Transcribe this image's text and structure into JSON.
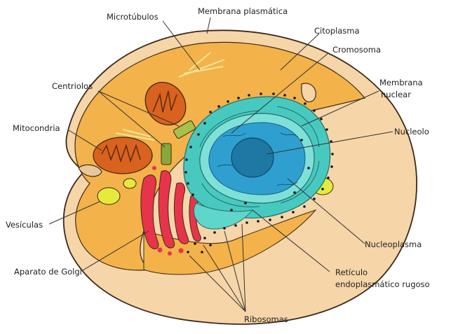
{
  "colors": {
    "cell_shell": "#f6d5a8",
    "cytoplasm": "#f3b24a",
    "outline": "#3a2a1a",
    "nucleus_envelope": "#48c9c0",
    "nucleoplasm": "#2f9fd0",
    "nucleolus": "#1f77a3",
    "golgi": "#e8344a",
    "mitochondria": "#d9621e",
    "vesicle": "#e6ea3c",
    "centriole": "#8aa83a",
    "ribosome": "#111111",
    "microtubule": "#f1e89a",
    "leader_line": "#333333"
  },
  "labels": {
    "microtubulos": "Microtúbulos",
    "membrana_plasmatica": "Membrana plasmática",
    "citoplasma": "Citoplasma",
    "cromosoma": "Cromosoma",
    "membrana_nuclear_1": "Membrana",
    "membrana_nuclear_2": "nuclear",
    "centriolos": "Centriolos",
    "mitocondria": "Mitocondria",
    "nucleolo": "Nucleolo",
    "vesiculas": "Vesículas",
    "nucleoplasma": "Nucleoplasma",
    "aparato_golgi": "Aparato de Golgi",
    "reticulo_1": "Retículo",
    "reticulo_2": "endoplasmático rugoso",
    "ribosomas": "Ribosomas"
  }
}
